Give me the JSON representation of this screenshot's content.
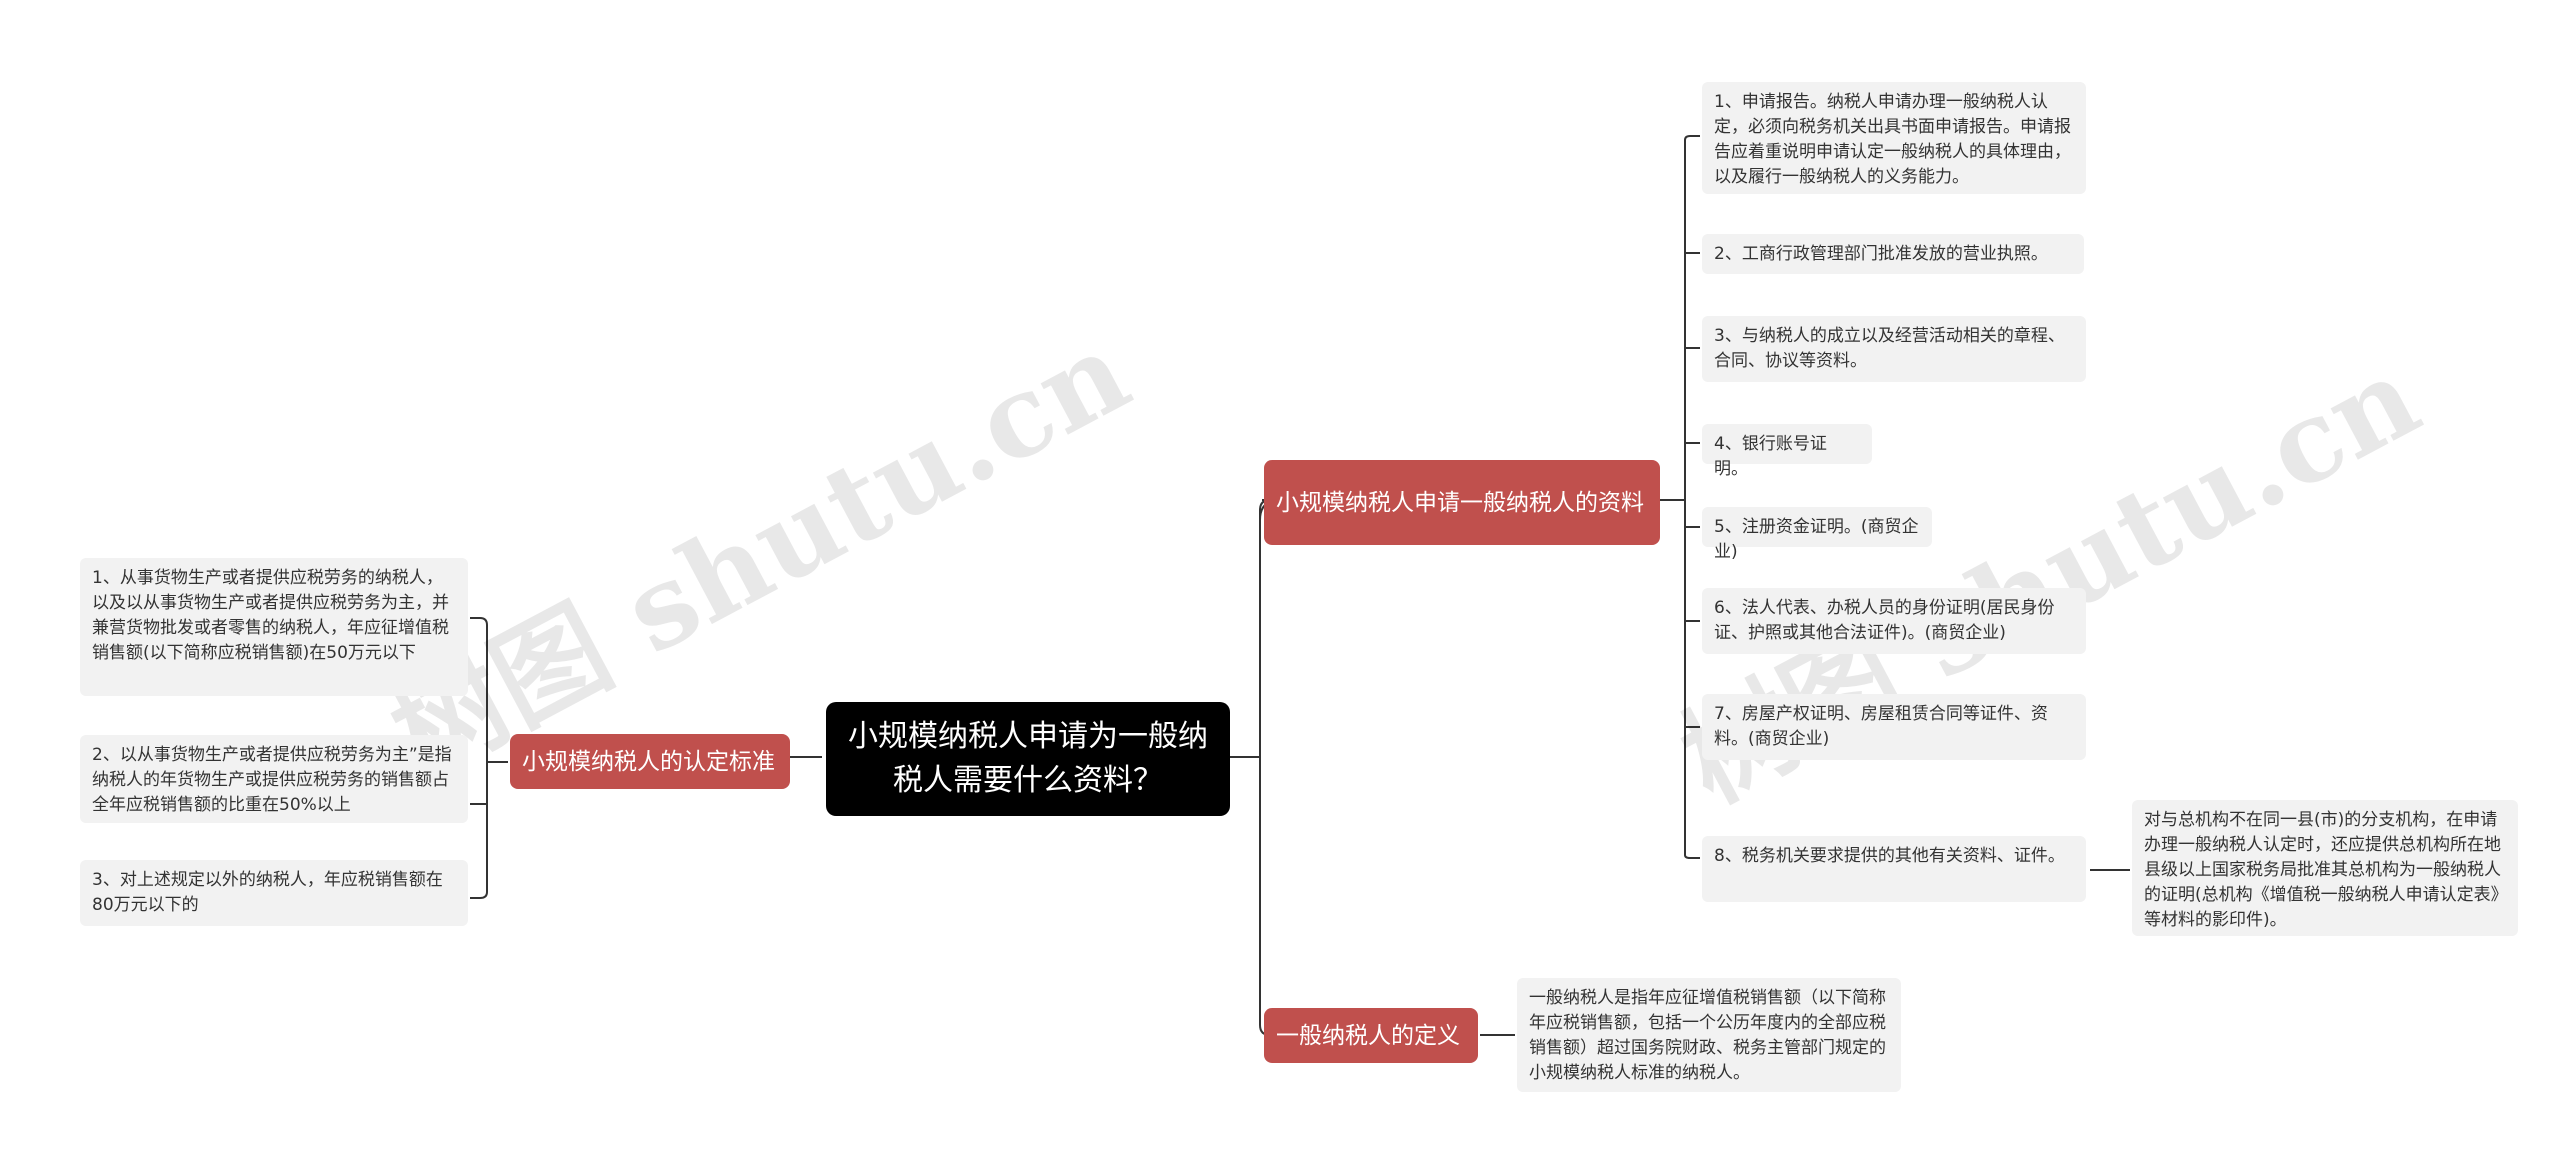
{
  "root": {
    "title": "小规模纳税人申请为一般纳税人需要什么资料？"
  },
  "branches": {
    "materials": {
      "label": "小规模纳税人申请一般纳税人的资料",
      "items": [
        "1、申请报告。纳税人申请办理一般纳税人认定，必须向税务机关出具书面申请报告。申请报告应着重说明申请认定一般纳税人的具体理由，以及履行一般纳税人的义务能力。",
        "2、工商行政管理部门批准发放的营业执照。",
        "3、与纳税人的成立以及经营活动相关的章程、合同、协议等资料。",
        "4、银行账号证明。",
        "5、注册资金证明。(商贸企业)",
        "6、法人代表、办税人员的身份证明(居民身份证、护照或其他合法证件)。(商贸企业)",
        "7、房屋产权证明、房屋租赁合同等证件、资料。(商贸企业)",
        "8、税务机关要求提供的其他有关资料、证件。"
      ],
      "sub_item": "对与总机构不在同一县(市)的分支机构，在申请办理一般纳税人认定时，还应提供总机构所在地县级以上国家税务局批准其总机构为一般纳税人的证明(总机构《增值税一般纳税人申请认定表》等材料的影印件)。"
    },
    "definition": {
      "label": "一般纳税人的定义",
      "item": "一般纳税人是指年应征增值税销售额（以下简称年应税销售额，包括一个公历年度内的全部应税销售额）超过国务院财政、税务主管部门规定的小规模纳税人标准的纳税人。"
    },
    "criteria": {
      "label": "小规模纳税人的认定标准",
      "items": [
        "1、从事货物生产或者提供应税劳务的纳税人，以及以从事货物生产或者提供应税劳务为主，并兼营货物批发或者零售的纳税人，年应征增值税销售额(以下简称应税销售额)在50万元以下",
        "2、以从事货物生产或者提供应税劳务为主”是指纳税人的年货物生产或提供应税劳务的销售额占全年应税销售额的比重在50%以上",
        "3、对上述规定以外的纳税人，年应税销售额在80万元以下的"
      ]
    }
  },
  "watermarks": [
    "树图 shutu.cn",
    "树图 shutu.cn"
  ],
  "colors": {
    "root": "#000000",
    "branch": "#c0504d",
    "leaf": "#f2f2f2",
    "line": "#333333"
  }
}
